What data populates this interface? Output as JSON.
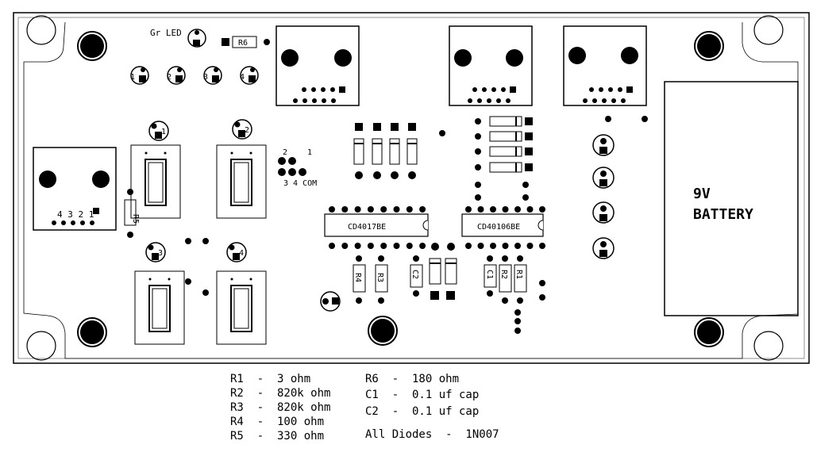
{
  "board": {
    "led_label": "Gr LED",
    "r6_label": "R6",
    "battery_line1": "9V",
    "battery_line2": "BATTERY",
    "ic1_label": "CD4017BE",
    "ic2_label": "CD40106BE",
    "jumper_top_left": "2",
    "jumper_top_right": "1",
    "jumper_bottom": "3 4 COM",
    "left_jack_pins": "4 3 2 1",
    "led_numbers": [
      "1",
      "2",
      "3",
      "4"
    ],
    "switch_numbers": [
      "1",
      "2",
      "3",
      "4"
    ],
    "resistor_labels": {
      "r1": "R1",
      "r2": "R2",
      "r3": "R3",
      "r4": "R4",
      "r5": "R5",
      "c1": "C1",
      "c2": "C2"
    }
  },
  "legend": {
    "left": [
      "R1  -  3 ohm",
      "R2  -  820k ohm",
      "R3  -  820k ohm",
      "R4  -  100 ohm",
      "R5  -  330 ohm"
    ],
    "right": [
      "R6  -  180 ohm",
      "C1  -  0.1 uf cap",
      "C2  -  0.1 uf cap",
      "",
      "All Diodes  -  1N007"
    ]
  },
  "colors": {
    "ink": "#000000",
    "background": "#ffffff"
  }
}
